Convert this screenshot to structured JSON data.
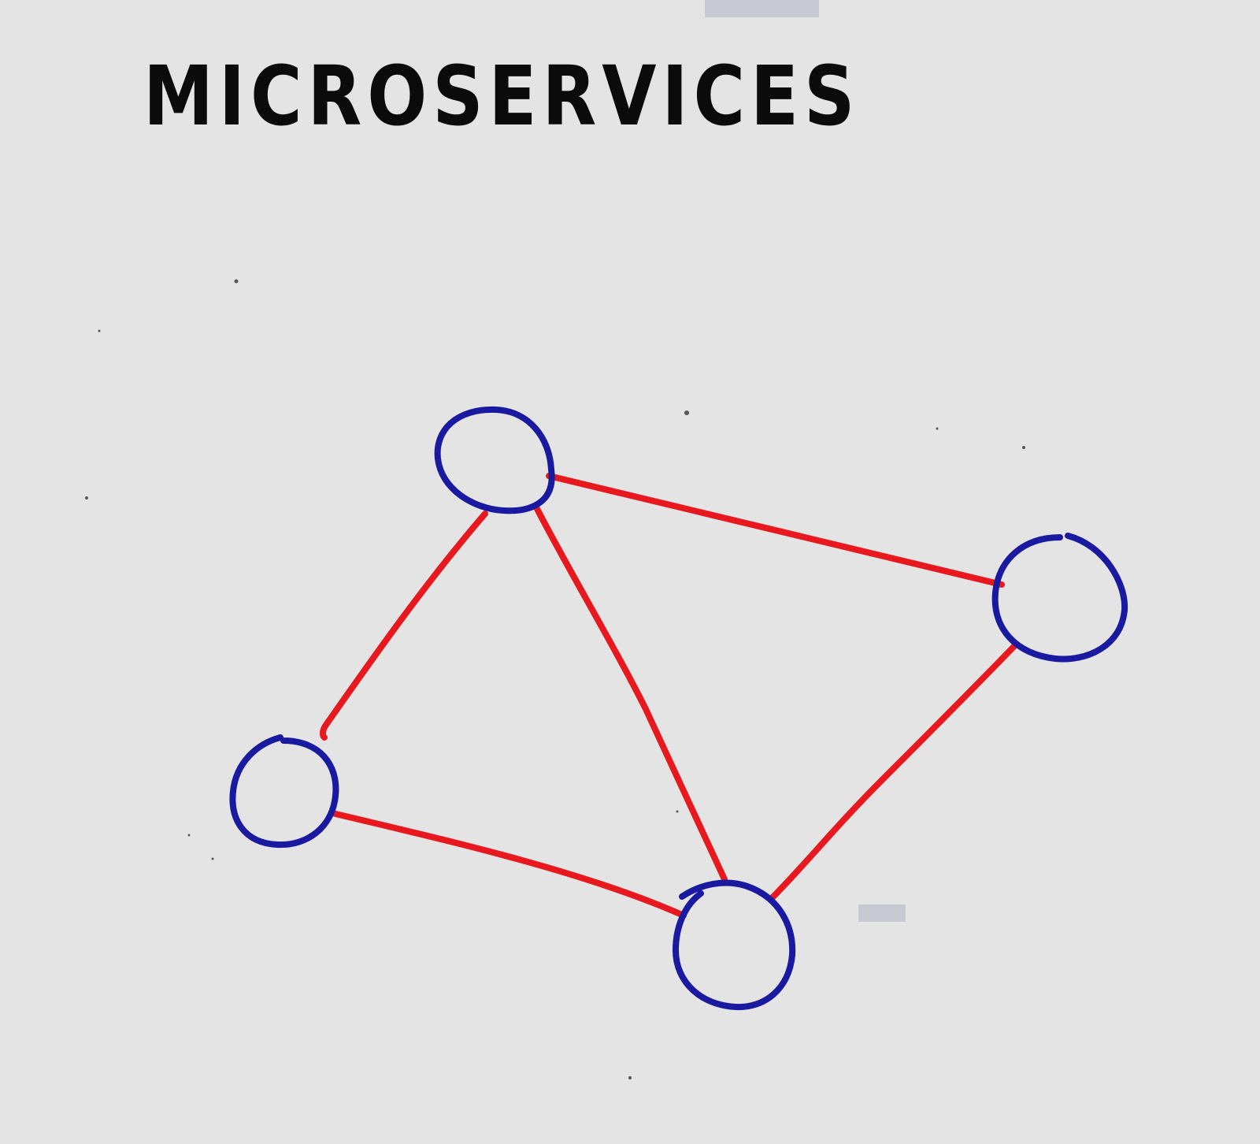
{
  "title": "MICROSERVICES",
  "colors": {
    "background": "#e4e4e4",
    "ink": "#0b0b0b",
    "node_stroke": "#1a1aa0",
    "edge_stroke": "#e8191e"
  },
  "diagram": {
    "nodes": [
      {
        "id": "top"
      },
      {
        "id": "right"
      },
      {
        "id": "left"
      },
      {
        "id": "bottom"
      }
    ],
    "edges": [
      {
        "from": "top",
        "to": "right"
      },
      {
        "from": "top",
        "to": "left"
      },
      {
        "from": "top",
        "to": "bottom"
      },
      {
        "from": "left",
        "to": "bottom"
      },
      {
        "from": "right",
        "to": "bottom"
      }
    ]
  }
}
